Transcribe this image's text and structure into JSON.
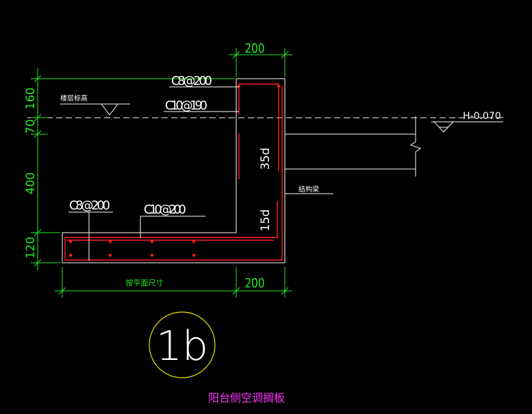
{
  "drawing": {
    "colors": {
      "background": "#000000",
      "outline": "#ffffff",
      "rebar": "#ff2020",
      "dimension": "#22ee22",
      "callout_circle": "#e8e800",
      "title": "#ff33ff"
    },
    "dimensions": {
      "top_width": "200",
      "bottom_width": "200",
      "plan_size": "按平面尺寸",
      "v_160": "160",
      "v_70": "70",
      "v_400": "400",
      "v_120": "120"
    },
    "rebar_labels": {
      "top_stirrup": "C8@200",
      "wall_vertical": "C10@190",
      "slab_distribution": "C8@200",
      "slab_main": "C10@200"
    },
    "anchorage": {
      "upper": "35d",
      "lower": "15d"
    },
    "notes": {
      "floor_elevation": "楼层标高",
      "structural_beam": "结构梁",
      "elevation": "H-0.070"
    },
    "callout": {
      "label": "1b"
    },
    "title": "阳台侧空调搁板"
  }
}
